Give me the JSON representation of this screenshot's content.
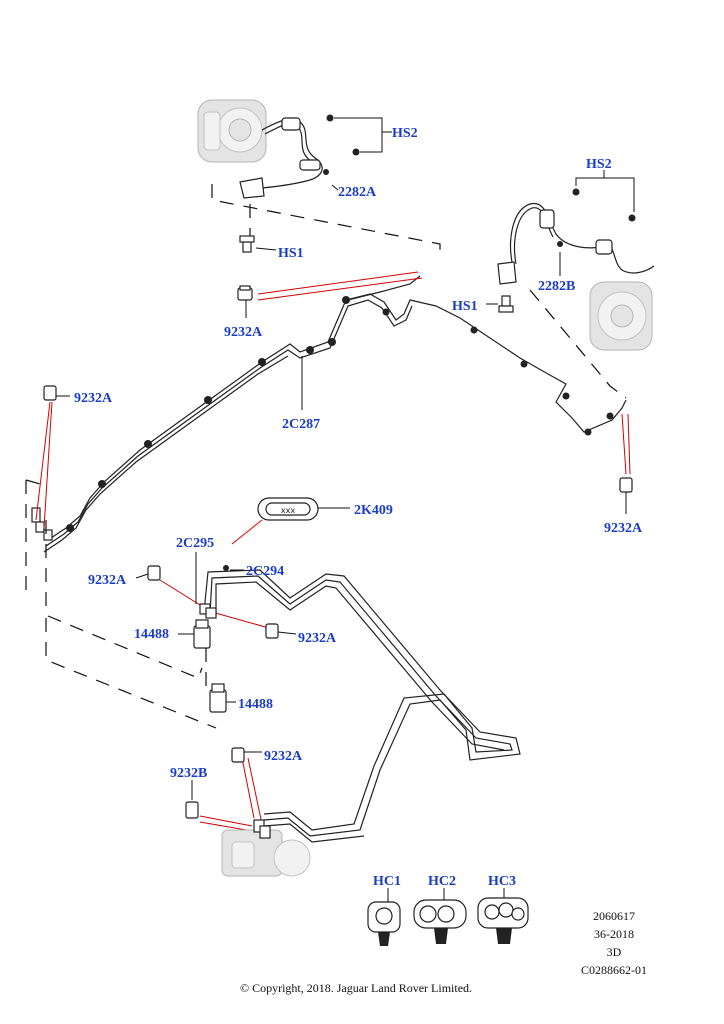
{
  "labels": {
    "hs2_top": "HS2",
    "a2282": "2282A",
    "hs1_top": "HS1",
    "hs2_right": "HS2",
    "b2282": "2282B",
    "hs1_right": "HS1",
    "a9232_1": "9232A",
    "a9232_2": "9232A",
    "c2287": "2C287",
    "a9232_3": "9232A",
    "k2409": "2K409",
    "c2295": "2C295",
    "c2294": "2C294",
    "a9232_4": "9232A",
    "a9232_5": "9232A",
    "p14488_1": "14488",
    "p14488_2": "14488",
    "a9232_6": "9232A",
    "b9232": "9232B",
    "hc1": "HC1",
    "hc2": "HC2",
    "hc3": "HC3"
  },
  "meta": {
    "line1": "2060617",
    "line2": "36-2018",
    "line3": "3D",
    "line4": "C0288662-01"
  },
  "copyright": "© Copyright, 2018. Jaguar Land Rover Limited.",
  "colors": {
    "label": "#1a3cc8",
    "leader": "#d40000",
    "line": "#222222"
  }
}
